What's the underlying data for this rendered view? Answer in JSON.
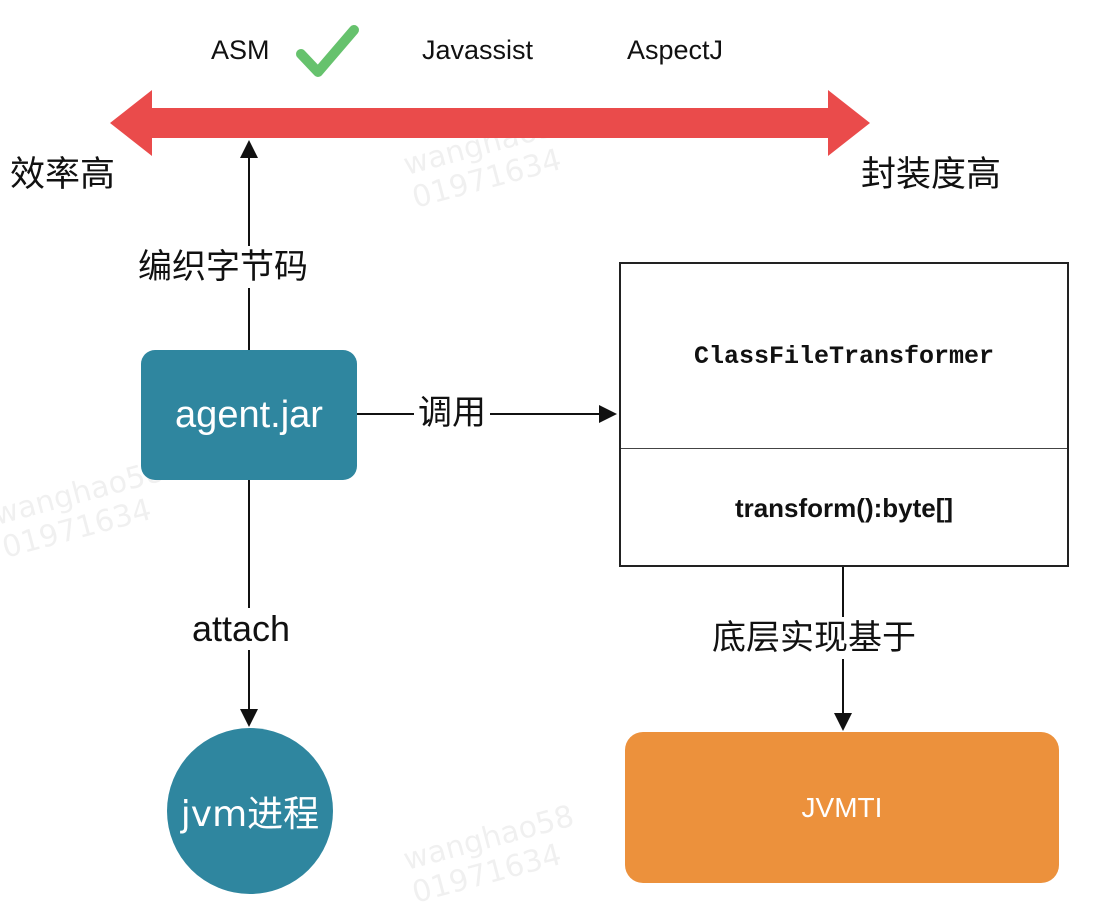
{
  "colors": {
    "spectrum_arrow": "#ea4b4b",
    "checkmark": "#66c26d",
    "agent_box": "#2f869f",
    "jvm_circle": "#2f869f",
    "jvmti_box": "#ec913c",
    "arrow_line": "#111111"
  },
  "spectrum": {
    "libraries": [
      "ASM",
      "Javassist",
      "AspectJ"
    ],
    "selected_mark": "checkmark-icon",
    "left_label": "效率高",
    "right_label": "封装度高"
  },
  "watermark": {
    "line1": "wanghao58",
    "line2": "01971634"
  },
  "nodes": {
    "agent": "agent.jar",
    "jvm_process": "jvm进程",
    "class_name": "ClassFileTransformer",
    "class_method": "transform():byte[]",
    "jvmti": "JVMTI"
  },
  "edges": {
    "weave_bytecode": "编织字节码",
    "invoke": "调用",
    "attach": "attach",
    "based_on": "底层实现基于"
  }
}
